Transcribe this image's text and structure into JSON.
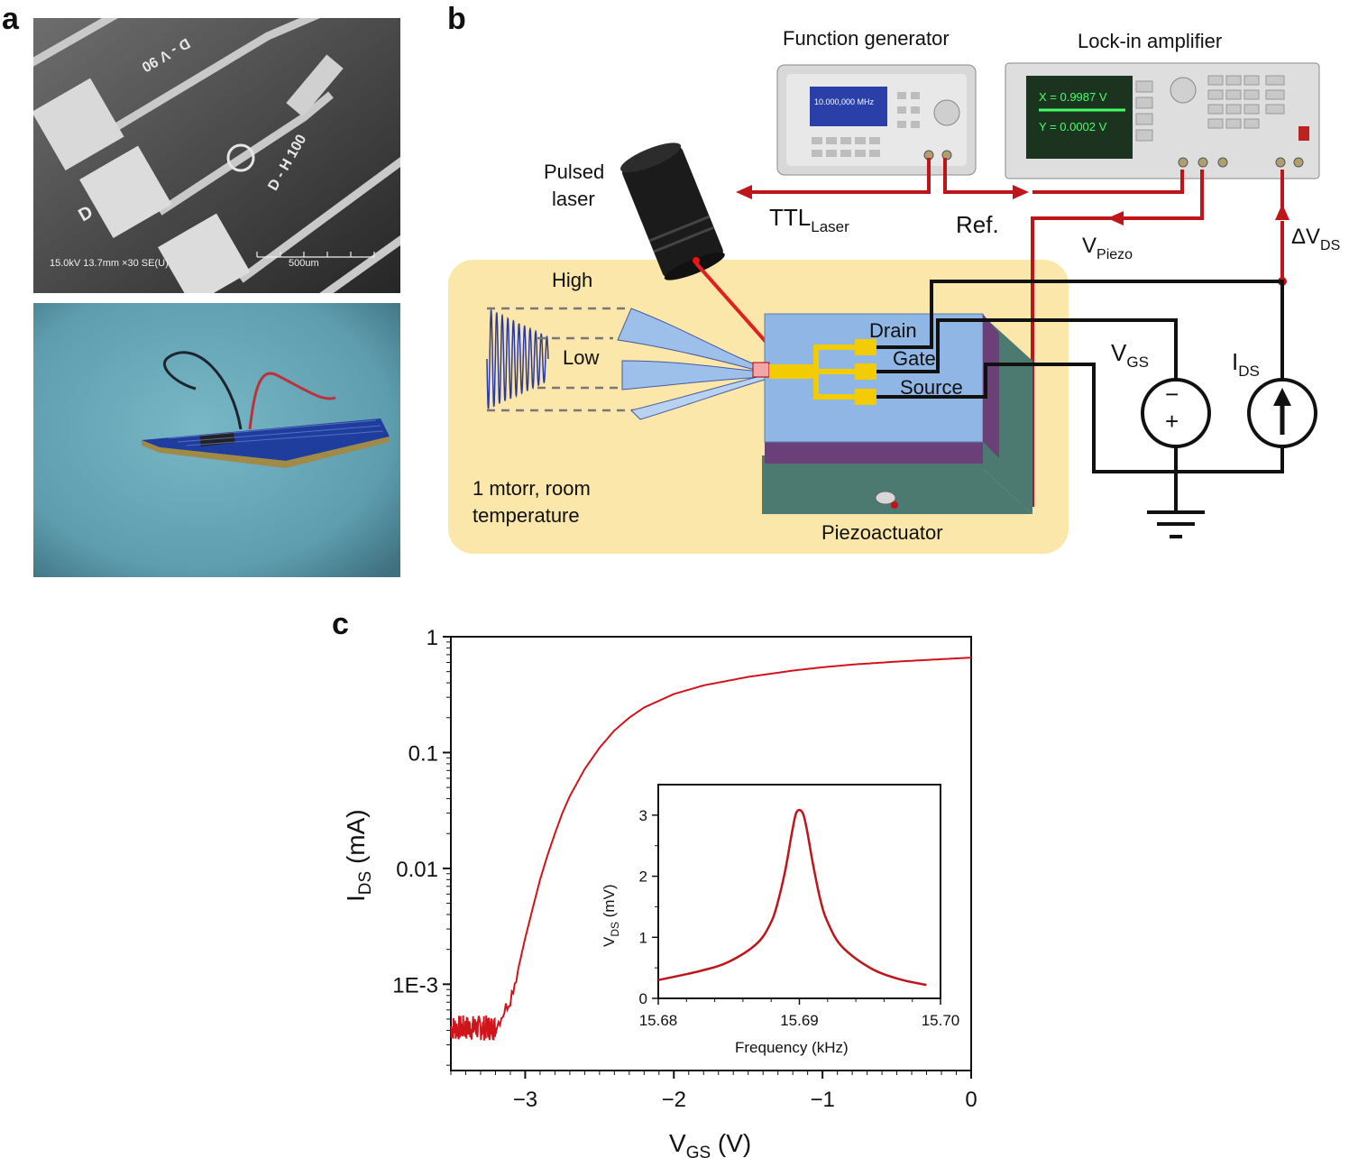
{
  "panels": {
    "a": "a",
    "b": "b",
    "c": "c"
  },
  "panel_a": {
    "sem_labels": [
      "D - V 90",
      "D - H 100",
      "D"
    ],
    "sem_info": "15.0kV 13.7mm ×30 SE(U)",
    "sem_scale": "500um"
  },
  "panel_b": {
    "function_generator": "Function generator",
    "function_generator_display": "10.000,000 MHz",
    "lockin": "Lock-in amplifier",
    "lockin_x": "X = 0.9987  V",
    "lockin_y": "Y = 0.0002  V",
    "pulsed_laser": [
      "Pulsed",
      "laser"
    ],
    "ttl_main": "TTL",
    "ttl_sub": "Laser",
    "ref": "Ref.",
    "vpiezo_main": "V",
    "vpiezo_sub": "Piezo",
    "dvds_main": "ΔV",
    "dvds_sub": "DS",
    "high": "High",
    "low": "Low",
    "drain": "Drain",
    "gate": "Gate",
    "source": "Source",
    "vgs_main": "V",
    "vgs_sub": "GS",
    "ids_main": "I",
    "ids_sub": "DS",
    "minus": "−",
    "plus": "+",
    "env": [
      "1 mtorr, room",
      "temperature"
    ],
    "piezo": "Piezoactuator",
    "colors": {
      "wire_red": "#c0141b",
      "chamber": "#fbe7a9",
      "substrate": "#8fb6e4",
      "oxide": "#6b3f78",
      "base": "#4d7a70",
      "contact": "#f2cc00"
    }
  },
  "chart_data": [
    {
      "type": "line",
      "title": "",
      "xlabel_main": "V",
      "xlabel_sub": "GS",
      "xlabel_unit": " (V)",
      "ylabel_main": "I",
      "ylabel_sub": "DS",
      "ylabel_unit": " (mA)",
      "xlim": [
        -3.5,
        0
      ],
      "ylim": [
        0.00018,
        1
      ],
      "yscale": "log",
      "xticks": [
        -3,
        -2,
        -1,
        0
      ],
      "xtick_labels": [
        "−3",
        "−2",
        "−1",
        "0"
      ],
      "yticks": [
        0.001,
        0.01,
        0.1,
        1
      ],
      "ytick_labels": [
        "1E-3",
        "0.01",
        "0.1",
        "1"
      ],
      "color": "#d0141b",
      "noise_floor": 0.00042,
      "x": [
        -3.5,
        -3.2,
        -3.1,
        -3.05,
        -3.0,
        -2.95,
        -2.9,
        -2.85,
        -2.8,
        -2.75,
        -2.7,
        -2.6,
        -2.5,
        -2.4,
        -2.3,
        -2.2,
        -2.0,
        -1.8,
        -1.5,
        -1.2,
        -1.0,
        -0.8,
        -0.5,
        -0.2,
        0.0
      ],
      "y": [
        0.00043,
        0.00042,
        0.00075,
        0.0013,
        0.0025,
        0.0045,
        0.008,
        0.013,
        0.02,
        0.03,
        0.042,
        0.072,
        0.11,
        0.155,
        0.2,
        0.245,
        0.32,
        0.38,
        0.45,
        0.51,
        0.545,
        0.575,
        0.61,
        0.64,
        0.66
      ]
    },
    {
      "type": "line",
      "title": "",
      "xlabel": "Frequency (kHz)",
      "ylabel_main": "V",
      "ylabel_sub": "DS",
      "ylabel_unit": " (mV)",
      "xlim": [
        15.68,
        15.7
      ],
      "ylim": [
        0,
        3.5
      ],
      "xticks": [
        15.68,
        15.69,
        15.7
      ],
      "xtick_labels": [
        "15.68",
        "15.69",
        "15.70"
      ],
      "yticks": [
        0,
        1,
        2,
        3
      ],
      "ytick_labels": [
        "0",
        "1",
        "2",
        "3"
      ],
      "color": "#c0141b",
      "x": [
        15.68,
        15.683,
        15.685,
        15.687,
        15.688,
        15.6885,
        15.689,
        15.6895,
        15.6898,
        15.6902,
        15.6905,
        15.691,
        15.6915,
        15.692,
        15.693,
        15.695,
        15.697,
        15.699
      ],
      "y": [
        0.3,
        0.45,
        0.6,
        0.9,
        1.25,
        1.6,
        2.1,
        2.75,
        3.05,
        3.05,
        2.8,
        2.15,
        1.6,
        1.25,
        0.85,
        0.5,
        0.32,
        0.22
      ]
    }
  ]
}
